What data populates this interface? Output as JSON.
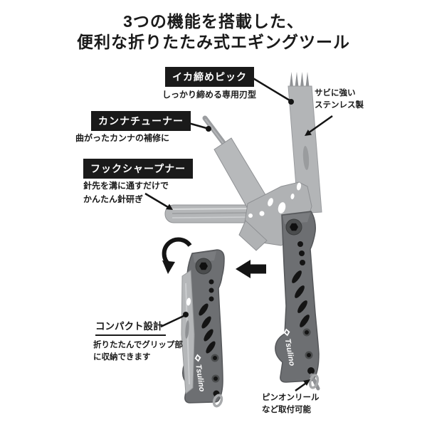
{
  "title": {
    "line1": "3つの機能を搭載した、",
    "line2": "便利な折りたたみ式エギングツール"
  },
  "labels": {
    "squid_pick": {
      "title": "イカ締めピック",
      "desc": "しっかり締める専用刃型"
    },
    "stainless": {
      "line1": "サビに強い",
      "line2": "ステンレス製"
    },
    "kanna_tuner": {
      "title": "カンナチューナー",
      "desc": "曲がったカンナの補修に"
    },
    "hook_sharpener": {
      "title": "フックシャープナー",
      "desc1": "針先を溝に通すだけで",
      "desc2": "かんたん針研ぎ"
    },
    "compact": {
      "title": "コンパクト設計",
      "desc1": "折りたたんでグリップ部",
      "desc2": "に収納できます"
    },
    "pin_on_reel": {
      "line1": "ピンオンリール",
      "line2": "など取付可能"
    }
  },
  "brand": {
    "name": "Tsulino"
  },
  "icons": {
    "fold_rotation": "ccw-rotate-arrow",
    "fold_direction": "left-arrow",
    "brand_mark": "tsulino-diamond",
    "leader_dot": "round-endpoint",
    "leader_arrow": "arrowhead-endpoint"
  },
  "colors": {
    "background": "#ffffff",
    "label_box_bg": "#1a1a1a",
    "label_box_text": "#ffffff",
    "text": "#1a1a1a",
    "steel_light": "#b6b8ba",
    "steel_edge": "#8f9194",
    "rod_gray": "#9b9da0",
    "handle_gray": "#6d6f72",
    "handle_edge": "#55575a",
    "arrow_black": "#141414"
  }
}
